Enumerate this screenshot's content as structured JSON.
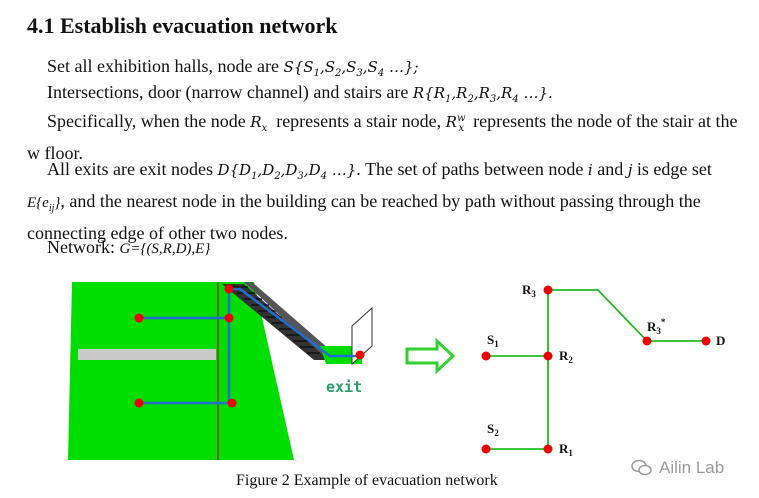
{
  "heading": "4.1 Establish evacuation network",
  "p1": {
    "text": "Set all exhibition halls, node are",
    "set": "S{S",
    "subs": [
      "1",
      "2",
      "3",
      "4"
    ],
    "tail": "…};"
  },
  "p2": {
    "text": "Intersections, door (narrow channel) and stairs are",
    "set": "R{R",
    "subs": [
      "1",
      "2",
      "3",
      "4"
    ],
    "tail": "…}."
  },
  "p3": {
    "a": "Specifically, when the node",
    "node": "R",
    "node_sub": "x",
    "b": "represents a stair node,",
    "stair_node": "R",
    "stair_sup": "w",
    "stair_sub": "x",
    "c": "represents the node of the stair at the w floor."
  },
  "p4": {
    "a": "All exits are exit nodes",
    "set": "D{D",
    "subs": [
      "1",
      "2",
      "3",
      "4"
    ],
    "tail": "…}",
    "b": ". The set of paths between node",
    "i": "i",
    "and": "and",
    "j": "j",
    "c": "is edge set",
    "edge": "E{e",
    "edge_sub": "ij",
    "edge_tail": "}",
    "d": ", and the nearest node in the building can be reached by path without passing through the connecting edge of other two nodes."
  },
  "p5": {
    "a": "Network:",
    "formula": "G={(S,R,D),E}"
  },
  "figure": {
    "exit_label": "exit",
    "nodes": {
      "r3": "R",
      "r3_sub": "3",
      "r3star": "R",
      "r3star_sub": "3",
      "r3star_sup": "*",
      "d": "D",
      "s1": "S",
      "s1_sub": "1",
      "r2": "R",
      "r2_sub": "2",
      "s2": "S",
      "s2_sub": "2",
      "r1": "R",
      "r1_sub": "1"
    },
    "colors": {
      "floor": "#00dd00",
      "node": "#ee0000",
      "path": "#1f6fd0",
      "edge": "#22bb22",
      "arrow": "#2fd02f"
    }
  },
  "caption": "Figure 2 Example of evacuation network",
  "watermark": "Ailin Lab"
}
